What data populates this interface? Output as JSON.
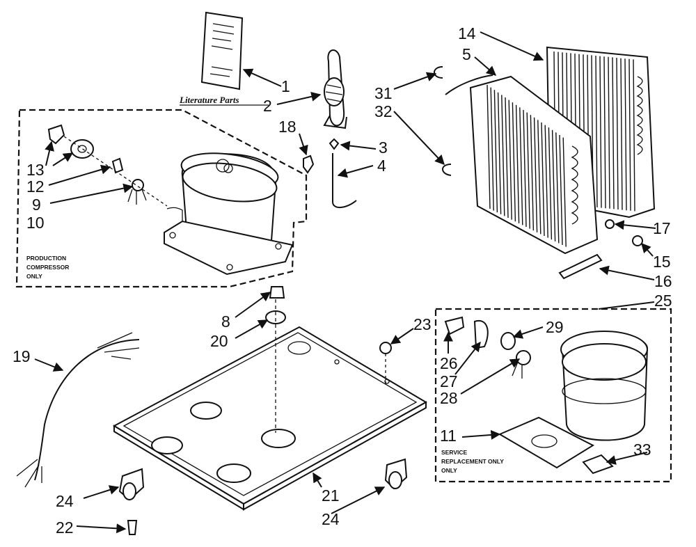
{
  "captions": {
    "literature_parts": "Literature Parts",
    "production_1": "PRODUCTION",
    "production_2": "COMPRESSOR",
    "production_3": "ONLY",
    "service_1": "SERVICE",
    "service_2": "REPLACEMENT ONLY",
    "service_3": "ONLY"
  },
  "callouts": {
    "n1": "1",
    "n2": "2",
    "n3": "3",
    "n4": "4",
    "n5": "5",
    "n8": "8",
    "n9": "9",
    "n10": "10",
    "n11": "11",
    "n12": "12",
    "n13": "13",
    "n14": "14",
    "n15": "15",
    "n16": "16",
    "n17": "17",
    "n18": "18",
    "n19": "19",
    "n20": "20",
    "n21": "21",
    "n22": "22",
    "n23": "23",
    "n24": "24",
    "n25": "25",
    "n26": "26",
    "n27": "27",
    "n28": "28",
    "n29": "29",
    "n31": "31",
    "n32": "32",
    "n33": "33"
  }
}
